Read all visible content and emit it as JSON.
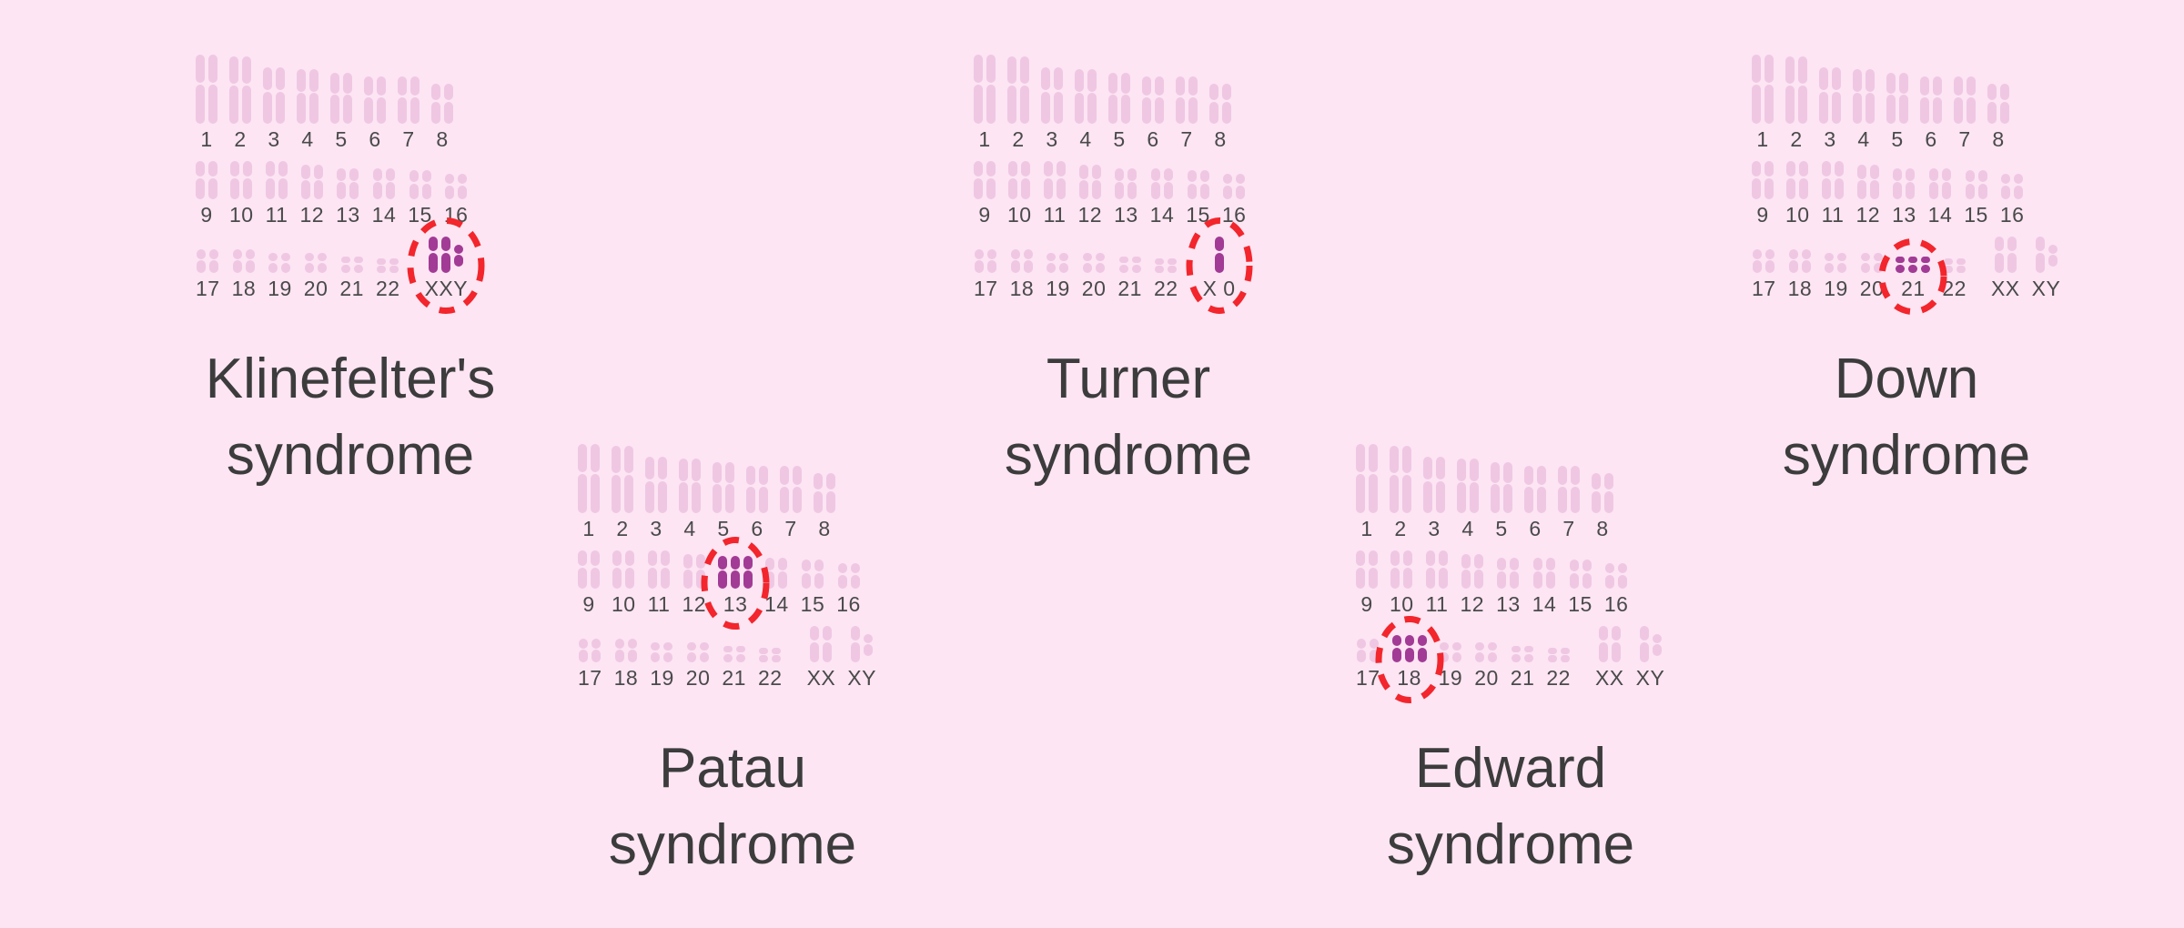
{
  "colors": {
    "background": "#FDE5F3",
    "chromosome": "#EFC7E3",
    "highlight": "#A23B95",
    "ring": "#F2262C",
    "title_text": "#3C3C3C",
    "number_text": "#4A4A4A"
  },
  "karyotypes": [
    {
      "id": "klinefelter",
      "title_lines": [
        "Klinefelter's",
        "syndrome"
      ],
      "anomaly": "XXY",
      "rows": [
        {
          "pairs": [
            {
              "label": "1",
              "bars": [
                76,
                76
              ]
            },
            {
              "label": "2",
              "bars": [
                74,
                74
              ]
            },
            {
              "label": "3",
              "bars": [
                62,
                62
              ]
            },
            {
              "label": "4",
              "bars": [
                60,
                60
              ]
            },
            {
              "label": "5",
              "bars": [
                56,
                56
              ]
            },
            {
              "label": "6",
              "bars": [
                52,
                52
              ]
            },
            {
              "label": "7",
              "bars": [
                52,
                52
              ]
            },
            {
              "label": "8",
              "bars": [
                44,
                44
              ]
            }
          ]
        },
        {
          "pairs": [
            {
              "label": "9",
              "bars": [
                42,
                42
              ]
            },
            {
              "label": "10",
              "bars": [
                42,
                42
              ]
            },
            {
              "label": "11",
              "bars": [
                42,
                42
              ]
            },
            {
              "label": "12",
              "bars": [
                38,
                38
              ]
            },
            {
              "label": "13",
              "bars": [
                34,
                34
              ]
            },
            {
              "label": "14",
              "bars": [
                34,
                34
              ]
            },
            {
              "label": "15",
              "bars": [
                32,
                32
              ]
            },
            {
              "label": "16",
              "bars": [
                28,
                28
              ]
            }
          ]
        },
        {
          "pairs": [
            {
              "label": "17",
              "bars": [
                26,
                26
              ]
            },
            {
              "label": "18",
              "bars": [
                26,
                26
              ]
            },
            {
              "label": "19",
              "bars": [
                22,
                22
              ]
            },
            {
              "label": "20",
              "bars": [
                22,
                22
              ]
            },
            {
              "label": "21",
              "bars": [
                18,
                18
              ]
            },
            {
              "label": "22",
              "bars": [
                16,
                16
              ]
            },
            {
              "label": "XXY",
              "bars": [
                40,
                40,
                24
              ],
              "highlight": true,
              "circled": true,
              "lift_last": true,
              "gap_before": true
            }
          ]
        }
      ]
    },
    {
      "id": "turner",
      "title_lines": [
        "Turner",
        "syndrome"
      ],
      "anomaly": "X 0",
      "rows": [
        {
          "pairs": [
            {
              "label": "1",
              "bars": [
                76,
                76
              ]
            },
            {
              "label": "2",
              "bars": [
                74,
                74
              ]
            },
            {
              "label": "3",
              "bars": [
                62,
                62
              ]
            },
            {
              "label": "4",
              "bars": [
                60,
                60
              ]
            },
            {
              "label": "5",
              "bars": [
                56,
                56
              ]
            },
            {
              "label": "6",
              "bars": [
                52,
                52
              ]
            },
            {
              "label": "7",
              "bars": [
                52,
                52
              ]
            },
            {
              "label": "8",
              "bars": [
                44,
                44
              ]
            }
          ]
        },
        {
          "pairs": [
            {
              "label": "9",
              "bars": [
                42,
                42
              ]
            },
            {
              "label": "10",
              "bars": [
                42,
                42
              ]
            },
            {
              "label": "11",
              "bars": [
                42,
                42
              ]
            },
            {
              "label": "12",
              "bars": [
                38,
                38
              ]
            },
            {
              "label": "13",
              "bars": [
                34,
                34
              ]
            },
            {
              "label": "14",
              "bars": [
                34,
                34
              ]
            },
            {
              "label": "15",
              "bars": [
                32,
                32
              ]
            },
            {
              "label": "16",
              "bars": [
                28,
                28
              ]
            }
          ]
        },
        {
          "pairs": [
            {
              "label": "17",
              "bars": [
                26,
                26
              ]
            },
            {
              "label": "18",
              "bars": [
                26,
                26
              ]
            },
            {
              "label": "19",
              "bars": [
                22,
                22
              ]
            },
            {
              "label": "20",
              "bars": [
                22,
                22
              ]
            },
            {
              "label": "21",
              "bars": [
                18,
                18
              ]
            },
            {
              "label": "22",
              "bars": [
                16,
                16
              ]
            },
            {
              "label": "X 0",
              "bars": [
                40
              ],
              "highlight": true,
              "circled": true,
              "gap_before": true
            }
          ]
        }
      ]
    },
    {
      "id": "down",
      "title_lines": [
        "Down",
        "syndrome"
      ],
      "anomaly": "trisomy 21",
      "rows": [
        {
          "pairs": [
            {
              "label": "1",
              "bars": [
                76,
                76
              ]
            },
            {
              "label": "2",
              "bars": [
                74,
                74
              ]
            },
            {
              "label": "3",
              "bars": [
                62,
                62
              ]
            },
            {
              "label": "4",
              "bars": [
                60,
                60
              ]
            },
            {
              "label": "5",
              "bars": [
                56,
                56
              ]
            },
            {
              "label": "6",
              "bars": [
                52,
                52
              ]
            },
            {
              "label": "7",
              "bars": [
                52,
                52
              ]
            },
            {
              "label": "8",
              "bars": [
                44,
                44
              ]
            }
          ]
        },
        {
          "pairs": [
            {
              "label": "9",
              "bars": [
                42,
                42
              ]
            },
            {
              "label": "10",
              "bars": [
                42,
                42
              ]
            },
            {
              "label": "11",
              "bars": [
                42,
                42
              ]
            },
            {
              "label": "12",
              "bars": [
                38,
                38
              ]
            },
            {
              "label": "13",
              "bars": [
                34,
                34
              ]
            },
            {
              "label": "14",
              "bars": [
                34,
                34
              ]
            },
            {
              "label": "15",
              "bars": [
                32,
                32
              ]
            },
            {
              "label": "16",
              "bars": [
                28,
                28
              ]
            }
          ]
        },
        {
          "pairs": [
            {
              "label": "17",
              "bars": [
                26,
                26
              ]
            },
            {
              "label": "18",
              "bars": [
                26,
                26
              ]
            },
            {
              "label": "19",
              "bars": [
                22,
                22
              ]
            },
            {
              "label": "20",
              "bars": [
                22,
                22
              ]
            },
            {
              "label": "21",
              "bars": [
                18,
                18,
                18
              ],
              "highlight": true,
              "circled": true
            },
            {
              "label": "22",
              "bars": [
                16,
                16
              ]
            },
            {
              "label": "XX",
              "bars": [
                40,
                40
              ],
              "gap_before": true
            },
            {
              "label": "XY",
              "bars": [
                40,
                24
              ],
              "lift_last": true
            }
          ]
        }
      ]
    },
    {
      "id": "patau",
      "title_lines": [
        "Patau",
        "syndrome"
      ],
      "anomaly": "trisomy 13",
      "rows": [
        {
          "pairs": [
            {
              "label": "1",
              "bars": [
                76,
                76
              ]
            },
            {
              "label": "2",
              "bars": [
                74,
                74
              ]
            },
            {
              "label": "3",
              "bars": [
                62,
                62
              ]
            },
            {
              "label": "4",
              "bars": [
                60,
                60
              ]
            },
            {
              "label": "5",
              "bars": [
                56,
                56
              ]
            },
            {
              "label": "6",
              "bars": [
                52,
                52
              ]
            },
            {
              "label": "7",
              "bars": [
                52,
                52
              ]
            },
            {
              "label": "8",
              "bars": [
                44,
                44
              ]
            }
          ]
        },
        {
          "pairs": [
            {
              "label": "9",
              "bars": [
                42,
                42
              ]
            },
            {
              "label": "10",
              "bars": [
                42,
                42
              ]
            },
            {
              "label": "11",
              "bars": [
                42,
                42
              ]
            },
            {
              "label": "12",
              "bars": [
                38,
                38
              ]
            },
            {
              "label": "13",
              "bars": [
                36,
                36,
                36
              ],
              "highlight": true,
              "circled": true
            },
            {
              "label": "14",
              "bars": [
                34,
                34
              ]
            },
            {
              "label": "15",
              "bars": [
                32,
                32
              ]
            },
            {
              "label": "16",
              "bars": [
                28,
                28
              ]
            }
          ]
        },
        {
          "pairs": [
            {
              "label": "17",
              "bars": [
                26,
                26
              ]
            },
            {
              "label": "18",
              "bars": [
                26,
                26
              ]
            },
            {
              "label": "19",
              "bars": [
                22,
                22
              ]
            },
            {
              "label": "20",
              "bars": [
                22,
                22
              ]
            },
            {
              "label": "21",
              "bars": [
                18,
                18
              ]
            },
            {
              "label": "22",
              "bars": [
                16,
                16
              ]
            },
            {
              "label": "XX",
              "bars": [
                40,
                40
              ],
              "gap_before": true
            },
            {
              "label": "XY",
              "bars": [
                40,
                24
              ],
              "lift_last": true
            }
          ]
        }
      ]
    },
    {
      "id": "edward",
      "title_lines": [
        "Edward",
        "syndrome"
      ],
      "anomaly": "trisomy 18",
      "rows": [
        {
          "pairs": [
            {
              "label": "1",
              "bars": [
                76,
                76
              ]
            },
            {
              "label": "2",
              "bars": [
                74,
                74
              ]
            },
            {
              "label": "3",
              "bars": [
                62,
                62
              ]
            },
            {
              "label": "4",
              "bars": [
                60,
                60
              ]
            },
            {
              "label": "5",
              "bars": [
                56,
                56
              ]
            },
            {
              "label": "6",
              "bars": [
                52,
                52
              ]
            },
            {
              "label": "7",
              "bars": [
                52,
                52
              ]
            },
            {
              "label": "8",
              "bars": [
                44,
                44
              ]
            }
          ]
        },
        {
          "pairs": [
            {
              "label": "9",
              "bars": [
                42,
                42
              ]
            },
            {
              "label": "10",
              "bars": [
                42,
                42
              ]
            },
            {
              "label": "11",
              "bars": [
                42,
                42
              ]
            },
            {
              "label": "12",
              "bars": [
                38,
                38
              ]
            },
            {
              "label": "13",
              "bars": [
                34,
                34
              ]
            },
            {
              "label": "14",
              "bars": [
                34,
                34
              ]
            },
            {
              "label": "15",
              "bars": [
                32,
                32
              ]
            },
            {
              "label": "16",
              "bars": [
                28,
                28
              ]
            }
          ]
        },
        {
          "pairs": [
            {
              "label": "17",
              "bars": [
                26,
                26
              ]
            },
            {
              "label": "18",
              "bars": [
                30,
                30,
                30
              ],
              "highlight": true,
              "circled": true
            },
            {
              "label": "19",
              "bars": [
                22,
                22
              ]
            },
            {
              "label": "20",
              "bars": [
                22,
                22
              ]
            },
            {
              "label": "21",
              "bars": [
                18,
                18
              ]
            },
            {
              "label": "22",
              "bars": [
                16,
                16
              ]
            },
            {
              "label": "XX",
              "bars": [
                40,
                40
              ],
              "gap_before": true
            },
            {
              "label": "XY",
              "bars": [
                40,
                24
              ],
              "lift_last": true
            }
          ]
        }
      ]
    }
  ]
}
